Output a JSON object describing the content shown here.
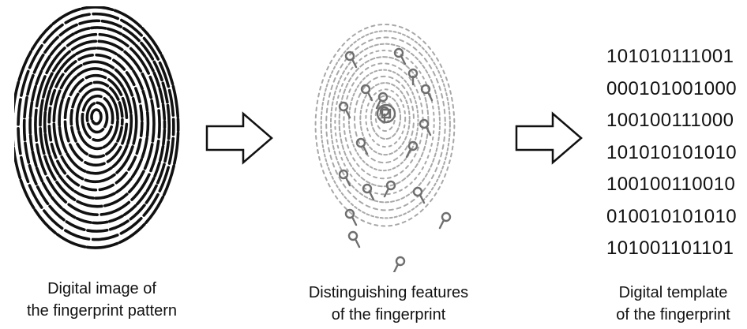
{
  "panels": [
    {
      "caption_line1": "Digital image of",
      "caption_line2": "the fingerprint pattern"
    },
    {
      "caption_line1": "Distinguishing features",
      "caption_line2": "of the fingerprint"
    },
    {
      "caption_line1": "Digital template",
      "caption_line2": "of the fingerprint"
    }
  ],
  "binary_rows": [
    "101010111001",
    "000101001000",
    "100100111000",
    "101010101010",
    "100100110010",
    "010010101010",
    "101001101101"
  ],
  "colors": {
    "ink": "#111111",
    "feature_ridges": "#a8a8a8",
    "feature_markers": "#6e6e6e",
    "arrow_fill": "#ffffff"
  },
  "icons": [
    "fingerprint-icon",
    "fingerprint-features-icon",
    "right-arrow-icon"
  ]
}
